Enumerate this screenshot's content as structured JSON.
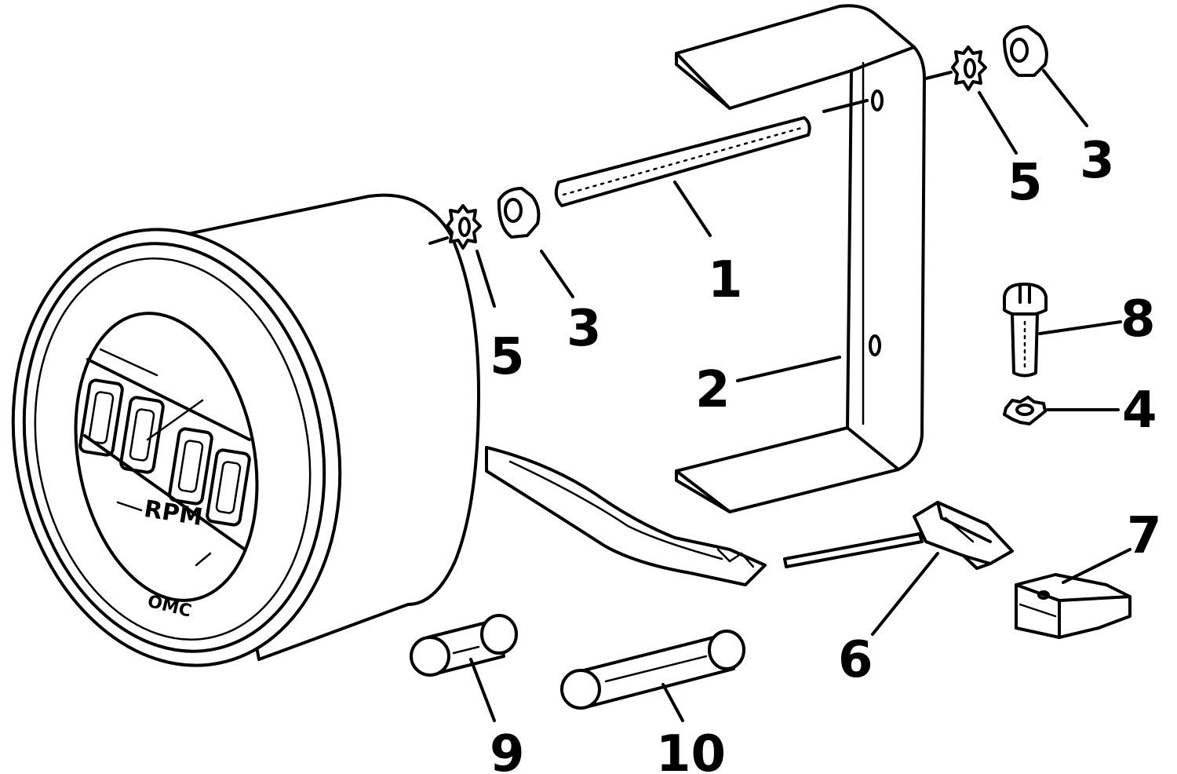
{
  "dial": {
    "unit": "RPM",
    "brand": "OMC"
  },
  "callouts": [
    {
      "id": "1",
      "text": "1"
    },
    {
      "id": "2",
      "text": "2"
    },
    {
      "id": "3a",
      "text": "3"
    },
    {
      "id": "3b",
      "text": "3"
    },
    {
      "id": "4",
      "text": "4"
    },
    {
      "id": "5a",
      "text": "5"
    },
    {
      "id": "5b",
      "text": "5"
    },
    {
      "id": "6",
      "text": "6"
    },
    {
      "id": "7",
      "text": "7"
    },
    {
      "id": "8",
      "text": "8"
    },
    {
      "id": "9",
      "text": "9"
    },
    {
      "id": "10",
      "text": "10"
    }
  ]
}
